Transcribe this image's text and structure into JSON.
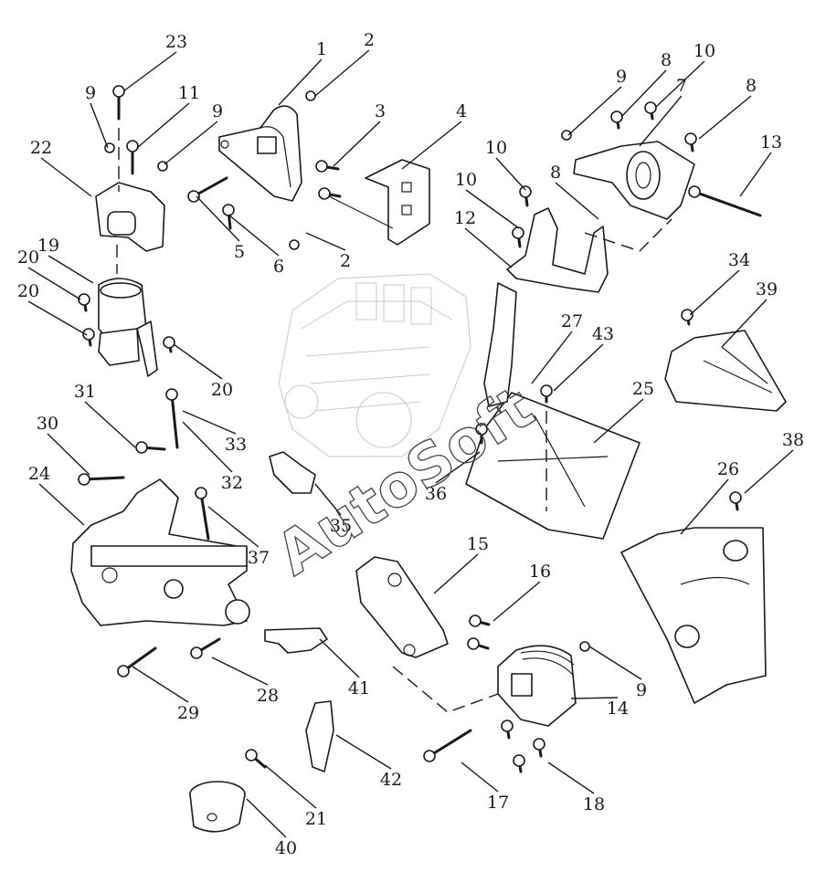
{
  "watermark": "AutoSoft",
  "callouts": [
    {
      "label": "1"
    },
    {
      "label": "2"
    },
    {
      "label": "2"
    },
    {
      "label": "3"
    },
    {
      "label": "4"
    },
    {
      "label": "5"
    },
    {
      "label": "6"
    },
    {
      "label": "7"
    },
    {
      "label": "8"
    },
    {
      "label": "8"
    },
    {
      "label": "8"
    },
    {
      "label": "9"
    },
    {
      "label": "9"
    },
    {
      "label": "9"
    },
    {
      "label": "9"
    },
    {
      "label": "10"
    },
    {
      "label": "10"
    },
    {
      "label": "10"
    },
    {
      "label": "11"
    },
    {
      "label": "12"
    },
    {
      "label": "13"
    },
    {
      "label": "14"
    },
    {
      "label": "15"
    },
    {
      "label": "16"
    },
    {
      "label": "17"
    },
    {
      "label": "18"
    },
    {
      "label": "19"
    },
    {
      "label": "20"
    },
    {
      "label": "20"
    },
    {
      "label": "20"
    },
    {
      "label": "21"
    },
    {
      "label": "22"
    },
    {
      "label": "23"
    },
    {
      "label": "24"
    },
    {
      "label": "25"
    },
    {
      "label": "26"
    },
    {
      "label": "27"
    },
    {
      "label": "28"
    },
    {
      "label": "29"
    },
    {
      "label": "30"
    },
    {
      "label": "31"
    },
    {
      "label": "32"
    },
    {
      "label": "33"
    },
    {
      "label": "34"
    },
    {
      "label": "35"
    },
    {
      "label": "36"
    },
    {
      "label": "37"
    },
    {
      "label": "38"
    },
    {
      "label": "39"
    },
    {
      "label": "40"
    },
    {
      "label": "41"
    },
    {
      "label": "42"
    },
    {
      "label": "43"
    }
  ]
}
